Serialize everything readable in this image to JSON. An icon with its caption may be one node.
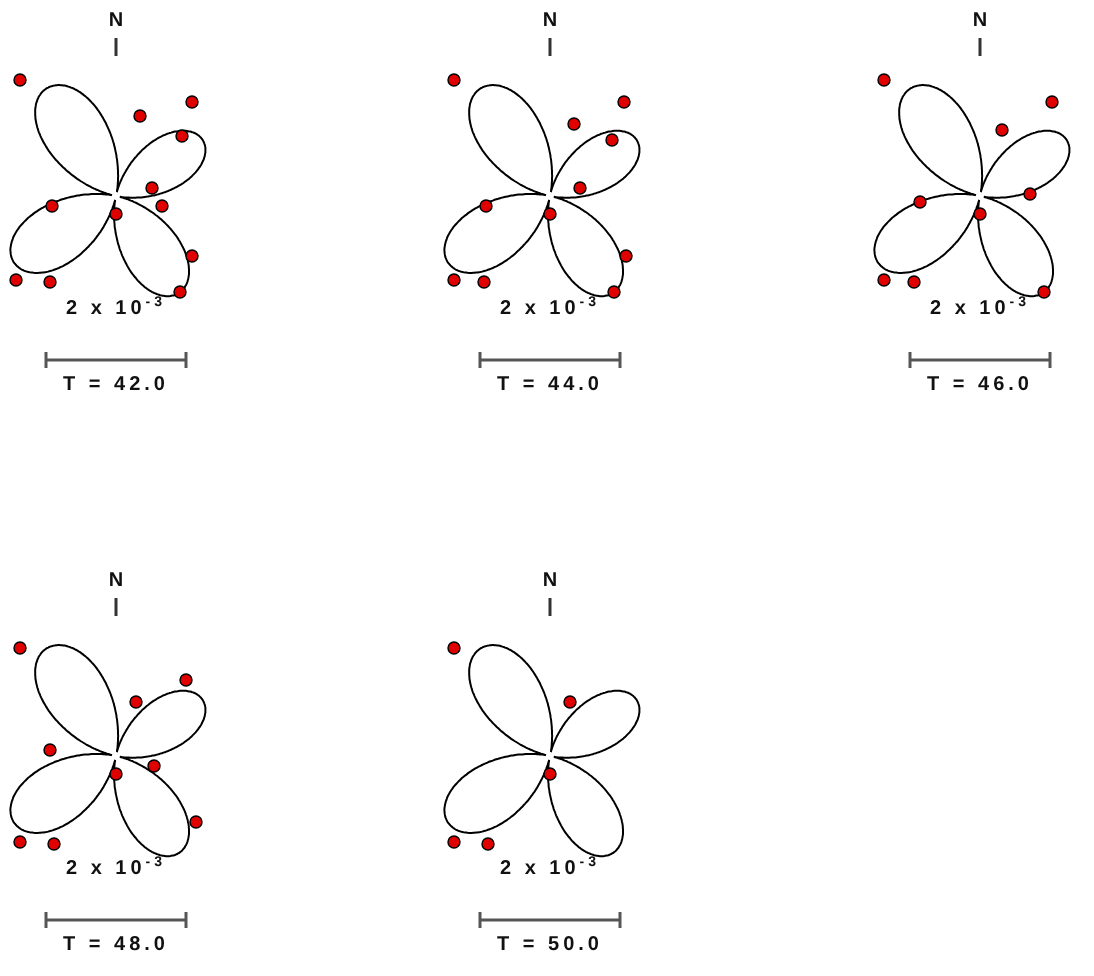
{
  "diagram": {
    "labels": [
      "N",
      "N",
      "N",
      "2 x 10$^{-3}$",
      "2 x 10$^{-3}$",
      "2 x 10$^{-3}$",
      "T = 42.0",
      "T = 44.0",
      "T = 46.0",
      "N",
      "N",
      "2 x 10$^{-3}$",
      "2 x 10$^{-3}$",
      "T = 48.0",
      "T = 50.0"
    ]
  }
}
